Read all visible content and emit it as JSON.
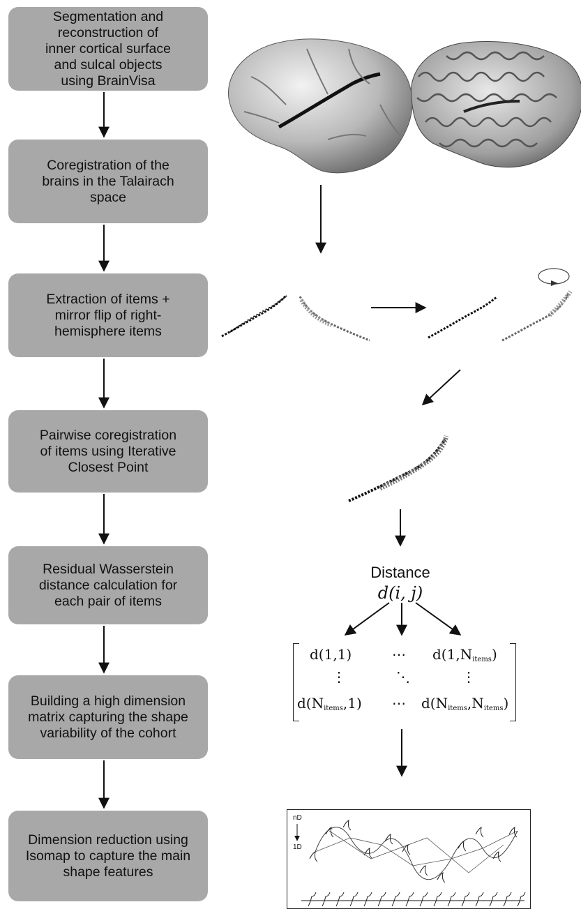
{
  "steps": [
    "Segmentation and\nreconstruction of\ninner cortical surface\nand sulcal objects\nusing BrainVisa",
    "Coregistration of the\nbrains in the Talairach\nspace",
    "Extraction of items +\nmirror flip of right-\nhemisphere items",
    "Pairwise coregistration\nof items using Iterative\nClosest Point",
    "Residual Wasserstein\ndistance calculation for\neach pair of items",
    "Building a high dimension\nmatrix capturing the shape\nvariability of the cohort",
    "Dimension reduction using\nIsomap to capture the main\nshape features"
  ],
  "distance": {
    "label": "Distance",
    "formula": "d(i, j)"
  },
  "matrix": {
    "top_left": "d(1,1)",
    "top_right_prefix": "d(1,N",
    "top_right_suffix": ")",
    "bottom_left_prefix": "d(N",
    "bottom_left_suffix": ",1)",
    "bottom_right_prefix": "d(N",
    "bottom_right_mid": ",N",
    "bottom_right_suffix": ")",
    "subscript": "items",
    "hdots": "⋯",
    "vdots": "⋮",
    "ddots": "⋱"
  },
  "isomap": {
    "top_label": "nD",
    "bottom_label": "1D"
  },
  "colors": {
    "box_fill": "#a8a8a8",
    "arrow": "#111111"
  },
  "icons": [
    "brain-surface-image",
    "brain-folded-image",
    "sulcus-item-image",
    "rotate-loop-icon",
    "isomap-plot-image"
  ]
}
